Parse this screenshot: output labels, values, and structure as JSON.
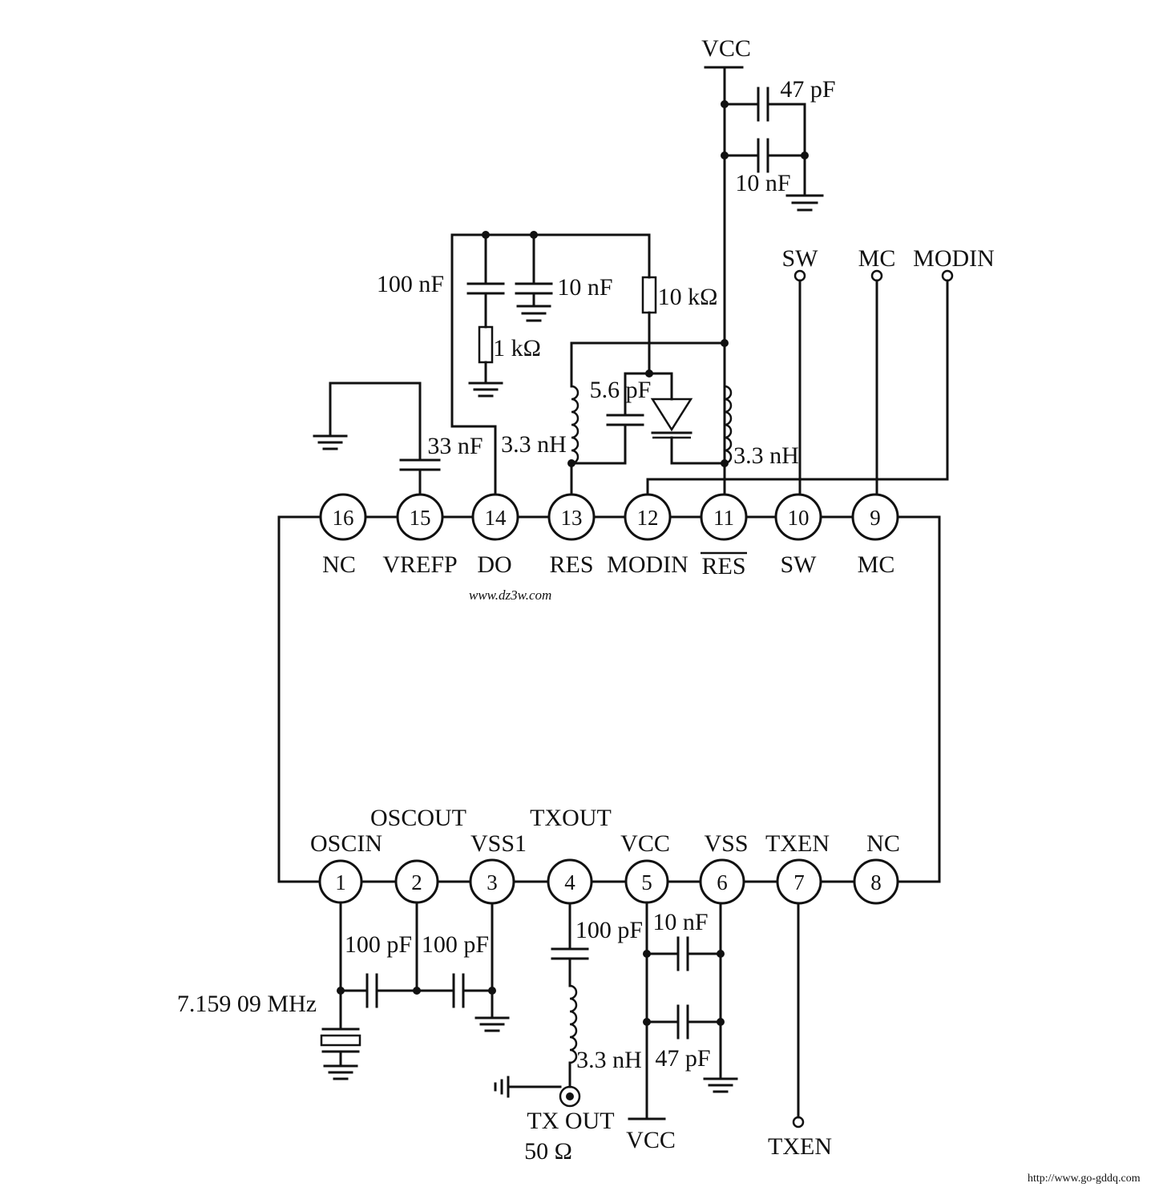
{
  "labels": {
    "vcc_top": "VCC",
    "c47pf_top": "47 pF",
    "c10nf_top": "10 nF",
    "c100nf": "100 nF",
    "c10nf_mid": "10 nF",
    "r1k": "1 kΩ",
    "r10k": "10 kΩ",
    "c5p6": "5.6 pF",
    "c33nf": "33 nF",
    "l_res": "3.3 nH",
    "l_nres": "3.3 nH",
    "sw_term": "SW",
    "mc_term": "MC",
    "modin_term": "MODIN",
    "c100pf_a": "100 pF",
    "c100pf_b": "100 pF",
    "crystal": "7.159 09 MHz",
    "c100pf_tx": "100 pF",
    "l_tx": "3.3 nH",
    "c10nf_bot": "10 nF",
    "c47pf_bot": "47 pF",
    "txout_line1": "TX OUT",
    "txout_line2": "50  Ω",
    "vcc_bottom": "VCC",
    "txen_term": "TXEN",
    "watermark": "www.dz3w.com",
    "corner_url": "http://www.go-gddq.com"
  },
  "top_pins": [
    {
      "no": "16",
      "name": "NC"
    },
    {
      "no": "15",
      "name": "VREFP"
    },
    {
      "no": "14",
      "name": "DO"
    },
    {
      "no": "13",
      "name": "RES"
    },
    {
      "no": "12",
      "name": "MODIN"
    },
    {
      "no": "11",
      "name": "RES",
      "overline": true
    },
    {
      "no": "10",
      "name": "SW"
    },
    {
      "no": "9",
      "name": "MC"
    }
  ],
  "bottom_pins": [
    {
      "no": "1",
      "name": "OSCIN"
    },
    {
      "no": "2",
      "name": "OSCOUT"
    },
    {
      "no": "3",
      "name": "VSS1"
    },
    {
      "no": "4",
      "name": "TXOUT"
    },
    {
      "no": "5",
      "name": "VCC"
    },
    {
      "no": "6",
      "name": "VSS"
    },
    {
      "no": "7",
      "name": "TXEN"
    },
    {
      "no": "8",
      "name": "NC"
    }
  ]
}
